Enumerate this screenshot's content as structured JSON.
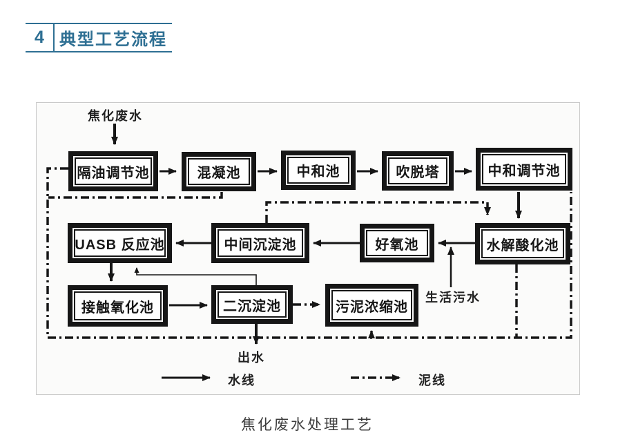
{
  "theme": {
    "accent_color": "#2e6f93",
    "ink_color": "#161616",
    "figure_border_color": "#c9c9c9"
  },
  "header": {
    "number": "4",
    "title": "典型工艺流程"
  },
  "figure": {
    "caption": "焦化废水处理工艺",
    "labels": {
      "influent": "焦化废水",
      "domestic_sewage": "生活污水",
      "effluent": "出水"
    },
    "legend": {
      "water_line": "水线",
      "sludge_line": "泥线"
    },
    "boxes": [
      {
        "id": "oil-separation-regulating-tank",
        "label": "隔油调节池"
      },
      {
        "id": "coagulation-tank",
        "label": "混凝池"
      },
      {
        "id": "neutralization-tank",
        "label": "中和池"
      },
      {
        "id": "stripping-tower",
        "label": "吹脱塔"
      },
      {
        "id": "neutralization-regulating-tank",
        "label": "中和调节池"
      },
      {
        "id": "uasb-reactor",
        "label": "UASB 反应池"
      },
      {
        "id": "intermediate-sedimentation-tank",
        "label": "中间沉淀池"
      },
      {
        "id": "aerobic-tank",
        "label": "好氧池"
      },
      {
        "id": "hydrolysis-acidification-tank",
        "label": "水解酸化池"
      },
      {
        "id": "contact-oxidation-tank",
        "label": "接触氧化池"
      },
      {
        "id": "secondary-sedimentation-tank",
        "label": "二沉淀池"
      },
      {
        "id": "sludge-thickening-tank",
        "label": "污泥浓缩池"
      }
    ],
    "flows": {
      "water_sequence": [
        "焦化废水",
        "隔油调节池",
        "混凝池",
        "中和池",
        "吹脱塔",
        "中和调节池",
        "水解酸化池",
        "好氧池",
        "中间沉淀池",
        "UASB 反应池",
        "接触氧化池",
        "二沉淀池",
        "出水"
      ],
      "side_input": "生活污水 → 好氧池进水线",
      "sludge_routes": [
        "隔油调节池 → 污泥浓缩池",
        "混凝池 → 污泥浓缩池",
        "中间沉淀池 → 水解酸化池",
        "中和调节池 → 污泥浓缩池",
        "水解酸化池 → 污泥浓缩池",
        "二沉淀池 → 污泥浓缩池"
      ]
    }
  }
}
